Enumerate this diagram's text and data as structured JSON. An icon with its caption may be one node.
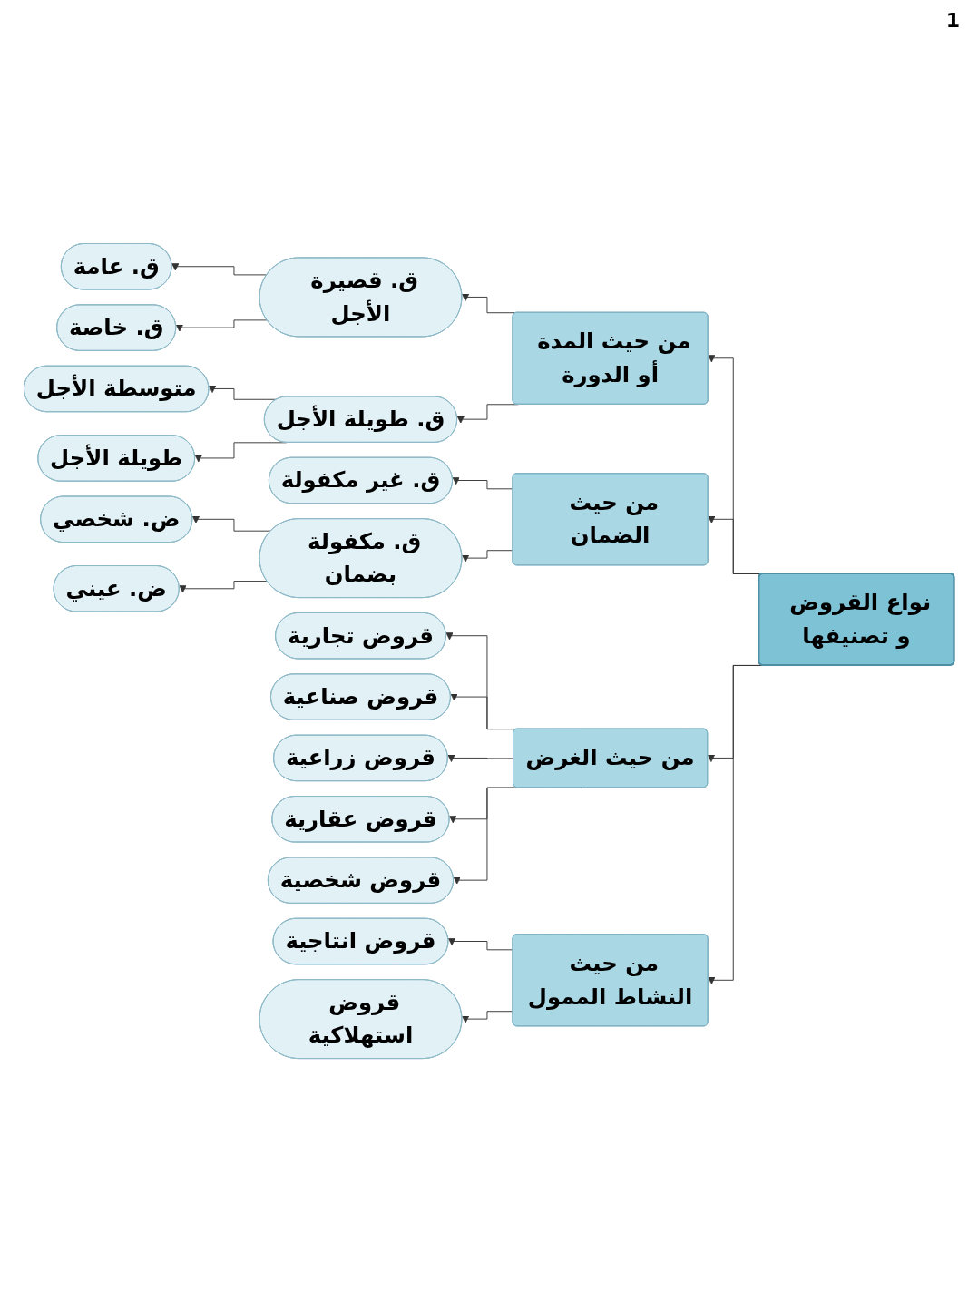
{
  "diagram": {
    "nodes": [
      {
        "text": [
          "نواع القروض و تصنيفها"
        ]
      },
      {
        "text": [
          "من حيث المدة أو الدورة"
        ]
      },
      {
        "text": [
          "ق. قصيرة الأجل"
        ]
      },
      {
        "text": [
          "ق. عامة"
        ]
      },
      {
        "text": [
          "ق. خاصة"
        ]
      },
      {
        "text": [
          "ق. طويلة الأجل"
        ]
      },
      {
        "text": [
          "متوسطة الأجل"
        ]
      },
      {
        "text": [
          "طويلة الأجل"
        ]
      },
      {
        "text": [
          "من حيث الضمان"
        ]
      },
      {
        "text": [
          "ق. غير مكفولة"
        ]
      },
      {
        "text": [
          "ق. مكفولة بضمان"
        ]
      },
      {
        "text": [
          "ض. شخصي"
        ]
      },
      {
        "text": [
          "ض. عيني"
        ]
      },
      {
        "text": [
          "من حيث الغرض"
        ]
      },
      {
        "text": [
          "قروض تجارية"
        ]
      },
      {
        "text": [
          "قروض صناعية"
        ]
      },
      {
        "text": [
          "قروض زراعية"
        ]
      },
      {
        "text": [
          "قروض عقارية"
        ]
      },
      {
        "text": [
          "قروض شخصية"
        ]
      },
      {
        "text": [
          "من حيث النشاط الممول"
        ]
      },
      {
        "text": [
          "قروض انتاجية"
        ]
      },
      {
        "text": [
          "قروض استهلاكية"
        ]
      }
    ],
    "edges": [
      {
        "from": 0,
        "to": 1,
        "arrow": "to"
      },
      {
        "from": 0,
        "to": 8,
        "arrow": "to"
      },
      {
        "from": 0,
        "to": 13,
        "arrow": "to"
      },
      {
        "from": 0,
        "to": 19,
        "arrow": "to"
      },
      {
        "from": 1,
        "to": 2,
        "arrow": "to"
      },
      {
        "from": 1,
        "to": 5,
        "arrow": "to"
      },
      {
        "from": 2,
        "to": 3,
        "arrow": "to"
      },
      {
        "from": 2,
        "to": 4,
        "arrow": "to"
      },
      {
        "from": 5,
        "to": 6,
        "arrow": "to"
      },
      {
        "from": 5,
        "to": 7,
        "arrow": "to"
      },
      {
        "from": 8,
        "to": 9,
        "arrow": "to"
      },
      {
        "from": 8,
        "to": 10,
        "arrow": "to"
      },
      {
        "from": 10,
        "to": 11,
        "arrow": "to"
      },
      {
        "from": 10,
        "to": 12,
        "arrow": "to"
      },
      {
        "from": 13,
        "to": 14,
        "arrow": "to"
      },
      {
        "from": 13,
        "to": 15,
        "arrow": "to"
      },
      {
        "from": 13,
        "to": 16,
        "arrow": "to"
      },
      {
        "from": 13,
        "to": 17,
        "arrow": "to"
      },
      {
        "from": 13,
        "to": 18,
        "arrow": "to"
      },
      {
        "from": 19,
        "to": 20,
        "arrow": "to"
      },
      {
        "from": 19,
        "to": 21,
        "arrow": "to"
      }
    ],
    "labels": [
      "1"
    ]
  }
}
